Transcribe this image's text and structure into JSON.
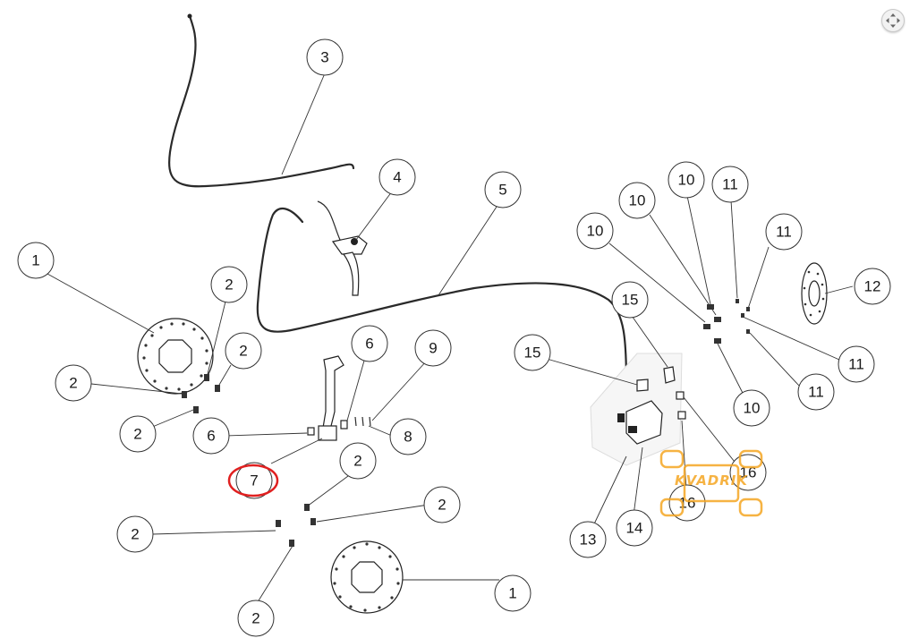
{
  "viewer": {
    "zoom_icon": "expand-arrows-icon"
  },
  "watermark": {
    "text": "KVADRIK",
    "color": "#f5a623"
  },
  "highlight": {
    "target_label": "7",
    "color": "#e02020"
  },
  "callouts": [
    {
      "id": "c1a",
      "label": "1"
    },
    {
      "id": "c1b",
      "label": "1"
    },
    {
      "id": "c2a",
      "label": "2"
    },
    {
      "id": "c2b",
      "label": "2"
    },
    {
      "id": "c2c",
      "label": "2"
    },
    {
      "id": "c2d",
      "label": "2"
    },
    {
      "id": "c2e",
      "label": "2"
    },
    {
      "id": "c2f",
      "label": "2"
    },
    {
      "id": "c2g",
      "label": "2"
    },
    {
      "id": "c2h",
      "label": "2"
    },
    {
      "id": "c3",
      "label": "3"
    },
    {
      "id": "c4",
      "label": "4"
    },
    {
      "id": "c5",
      "label": "5"
    },
    {
      "id": "c6a",
      "label": "6"
    },
    {
      "id": "c6b",
      "label": "6"
    },
    {
      "id": "c7",
      "label": "7"
    },
    {
      "id": "c8",
      "label": "8"
    },
    {
      "id": "c9",
      "label": "9"
    },
    {
      "id": "c10a",
      "label": "10"
    },
    {
      "id": "c10b",
      "label": "10"
    },
    {
      "id": "c10c",
      "label": "10"
    },
    {
      "id": "c10d",
      "label": "10"
    },
    {
      "id": "c11a",
      "label": "11"
    },
    {
      "id": "c11b",
      "label": "11"
    },
    {
      "id": "c11c",
      "label": "11"
    },
    {
      "id": "c11d",
      "label": "11"
    },
    {
      "id": "c12",
      "label": "12"
    },
    {
      "id": "c13",
      "label": "13"
    },
    {
      "id": "c14",
      "label": "14"
    },
    {
      "id": "c15a",
      "label": "15"
    },
    {
      "id": "c15b",
      "label": "15"
    },
    {
      "id": "c16a",
      "label": "16"
    },
    {
      "id": "c16b",
      "label": "16"
    }
  ]
}
